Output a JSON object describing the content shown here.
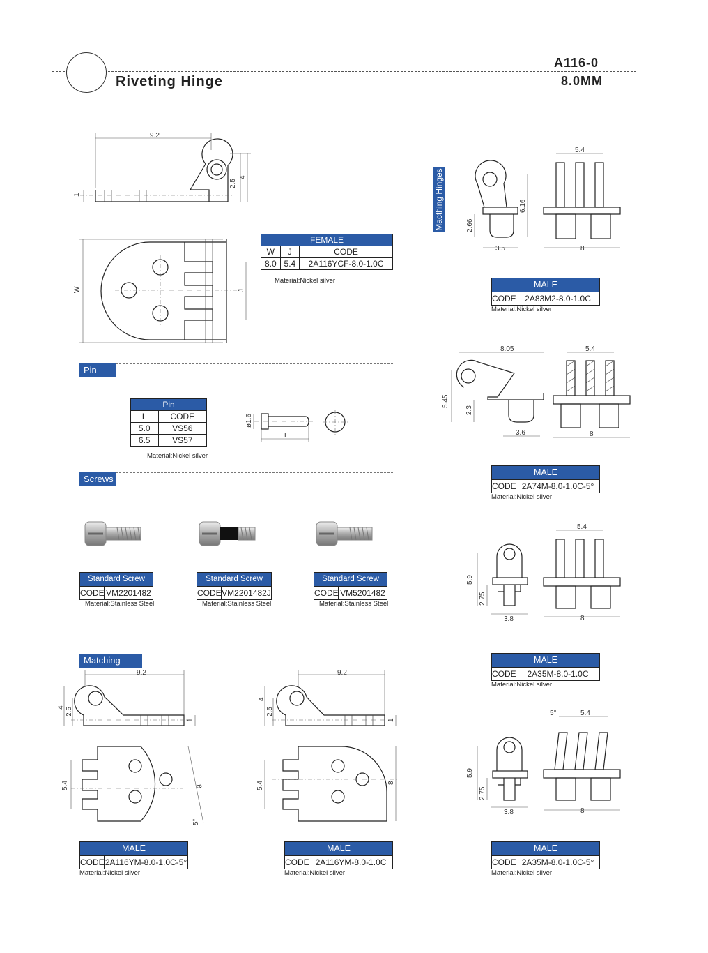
{
  "header": {
    "title": "Riveting Hinge",
    "code": "A116-0",
    "size": "8.0MM"
  },
  "female": {
    "header": "FEMALE",
    "columns": [
      "W",
      "J",
      "CODE"
    ],
    "rows": [
      [
        "8.0",
        "5.4",
        "2A116YCF-8.0-1.0C"
      ]
    ],
    "material": "Material:Nickel silver",
    "dims": {
      "width": "9.2",
      "height": "4",
      "hole": "2.5",
      "thick": "1",
      "w": "W",
      "j": "J"
    }
  },
  "pin": {
    "section": "Pin",
    "header": "Pin",
    "columns": [
      "L",
      "CODE"
    ],
    "rows": [
      [
        "5.0",
        "VS56"
      ],
      [
        "6.5",
        "VS57"
      ]
    ],
    "material": "Material:Nickel silver",
    "dims": {
      "dia": "ø1.6",
      "len": "L"
    }
  },
  "screws": {
    "section": "Screws",
    "items": [
      {
        "title": "Standard Screw M1.4",
        "key": "CODE",
        "code": "VM2201482",
        "material": "Material:Stainless Steel"
      },
      {
        "title": "Standard Screw M1.4",
        "key": "CODE",
        "code": "VM2201482J",
        "material": "Material:Stainless Steel"
      },
      {
        "title": "Standard Screw M1.4",
        "key": "CODE",
        "code": "VM5201482",
        "material": "Material:Stainless Steel"
      }
    ]
  },
  "matching": {
    "section": "Matching Hinges",
    "side_label": "Macthing Hinges",
    "bottom": [
      {
        "header": "MALE",
        "key": "CODE",
        "code": "2A116YM-8.0-1.0C-5°",
        "material": "Material:Nickel silver",
        "dims": {
          "w": "9.2",
          "h": "4",
          "hole": "2.5",
          "thick": "1",
          "j": "5.4",
          "total": "8",
          "ang": "5°"
        }
      },
      {
        "header": "MALE",
        "key": "CODE",
        "code": "2A116YM-8.0-1.0C",
        "material": "Material:Nickel silver",
        "dims": {
          "w": "9.2",
          "h": "4",
          "hole": "2.5",
          "thick": "1",
          "j": "5.4",
          "total": "8"
        }
      }
    ],
    "right": [
      {
        "header": "MALE",
        "key": "CODE",
        "code": "2A83M2-8.0-1.0C",
        "material": "Material:Nickel silver",
        "dims": {
          "a": "2.66",
          "b": "6.16",
          "c": "3.5",
          "d": "5.4",
          "e": "8"
        }
      },
      {
        "header": "MALE",
        "key": "CODE",
        "code": "2A74M-8.0-1.0C-5°",
        "material": "Material:Nickel silver",
        "dims": {
          "a": "5.45",
          "b": "2.3",
          "c": "3.6",
          "d": "5.4",
          "e": "8",
          "f": "8.05"
        }
      },
      {
        "header": "MALE",
        "key": "CODE",
        "code": "2A35M-8.0-1.0C",
        "material": "Material:Nickel silver",
        "dims": {
          "a": "5.9",
          "b": "2.75",
          "c": "3.8",
          "d": "5.4",
          "e": "8"
        }
      },
      {
        "header": "MALE",
        "key": "CODE",
        "code": "2A35M-8.0-1.0C-5°",
        "material": "Material:Nickel silver",
        "dims": {
          "a": "5.9",
          "b": "2.75",
          "c": "3.8",
          "d": "5.4",
          "e": "8",
          "ang": "5°"
        }
      }
    ]
  }
}
